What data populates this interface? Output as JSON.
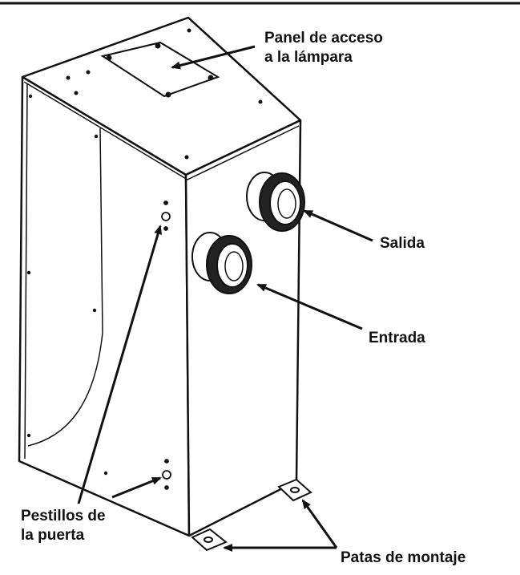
{
  "diagram": {
    "labels": {
      "lamp_panel": {
        "line1": "Panel de acceso",
        "line2": "a la lámpara"
      },
      "outlet": "Salida",
      "inlet": "Entrada",
      "door_latches": {
        "line1": "Pestillos de",
        "line2": "la puerta"
      },
      "mounting_feet": "Patas de montaje"
    },
    "colors": {
      "stroke": "#111111",
      "fill": "#ffffff"
    }
  }
}
